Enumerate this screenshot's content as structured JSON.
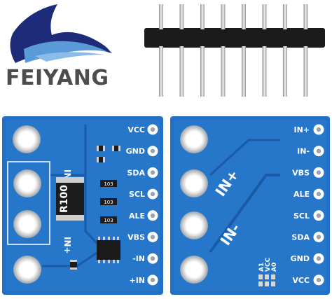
{
  "brand": {
    "name": "FEIYANG",
    "text_color": "#4d4d4d",
    "logo_colors": {
      "navy": "#1d2b79",
      "sky": "#5a9ad8",
      "light": "#8bbbe8"
    }
  },
  "board": {
    "pcb_color": "#2270c6",
    "pcb_dark": "#1a5aa6",
    "silkscreen": "#ffffff",
    "front": {
      "pins": [
        "VCC",
        "GND",
        "SDA",
        "SCL",
        "ALE",
        "VBS",
        "-IN",
        "+IN"
      ],
      "shunt_label": "R100",
      "terminal_labels": {
        "negative": "IN-",
        "positive": "IN+"
      },
      "resistor_codes": [
        "103",
        "103",
        "103"
      ]
    },
    "back": {
      "pins": [
        "IN+",
        "IN-",
        "VBS",
        "ALE",
        "SCL",
        "SDA",
        "GND",
        "VCC"
      ],
      "terminal_labels": {
        "positive": "IN+",
        "negative": "IN-"
      },
      "address_labels": [
        "A1",
        "VCC",
        "A0"
      ]
    }
  },
  "header_pins": {
    "count": 8
  }
}
